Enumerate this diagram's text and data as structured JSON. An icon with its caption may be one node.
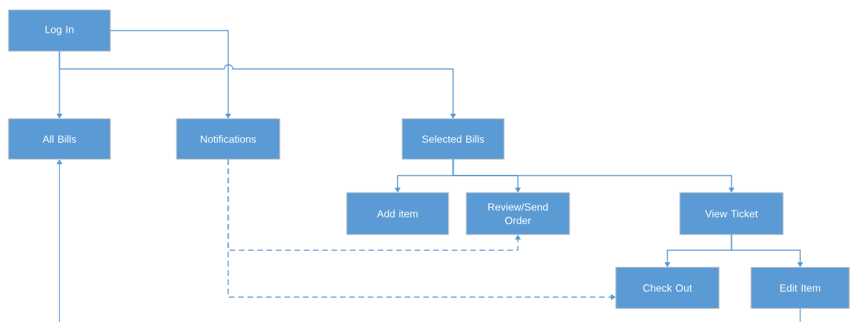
{
  "diagram": {
    "nodes": [
      {
        "text": [
          "Log In"
        ]
      },
      {
        "text": [
          "All Bills"
        ]
      },
      {
        "text": [
          "Notifications"
        ]
      },
      {
        "text": [
          "Selected Bills"
        ]
      },
      {
        "text": [
          "Add item"
        ]
      },
      {
        "text": [
          "Review/Send Order"
        ]
      },
      {
        "text": [
          "View Ticket"
        ]
      },
      {
        "text": [
          "Check Out"
        ]
      },
      {
        "text": [
          "Edit Item"
        ]
      }
    ],
    "edges": [
      {
        "from": 0,
        "to": 1,
        "arrow": "to"
      },
      {
        "from": 0,
        "to": 2,
        "arrow": "to"
      },
      {
        "from": 0,
        "to": 3,
        "arrow": "to"
      },
      {
        "from": 3,
        "to": 4,
        "arrow": "to"
      },
      {
        "from": 3,
        "to": 5,
        "arrow": "to"
      },
      {
        "from": 3,
        "to": 6,
        "arrow": "to"
      },
      {
        "from": 6,
        "to": 7,
        "arrow": "to"
      },
      {
        "from": 6,
        "to": 8,
        "arrow": "to"
      },
      {
        "from": 2,
        "to": 5,
        "arrow": "to",
        "style": "dashed"
      },
      {
        "from": 2,
        "to": 7,
        "arrow": "to",
        "style": "dashed"
      },
      {
        "from": null,
        "to": 1,
        "arrow": "to"
      },
      {
        "from": 8,
        "to": null,
        "arrow": "none"
      }
    ]
  }
}
